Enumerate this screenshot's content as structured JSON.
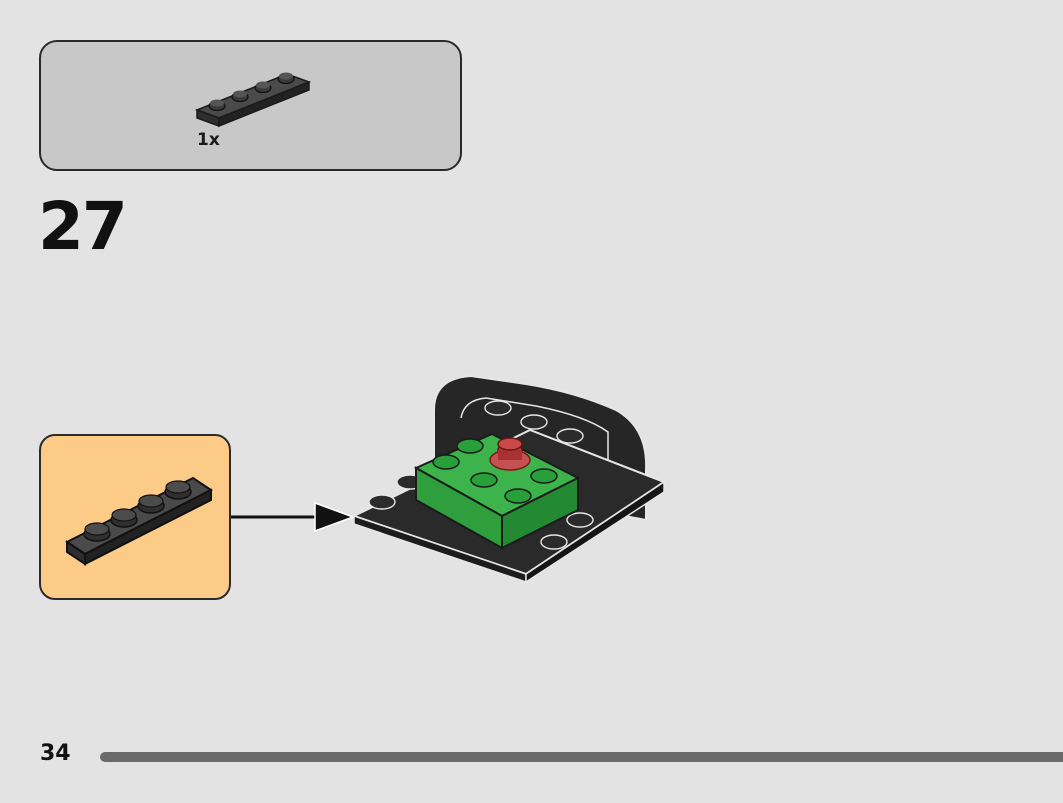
{
  "parts_list": {
    "items": [
      {
        "part": "plate-1x4",
        "color": "#3a3a3a",
        "quantity_label": "1x"
      }
    ]
  },
  "step": {
    "number": "27"
  },
  "callout": {
    "part": "plate-1x4",
    "color": "#3a3a3a",
    "background": "#fdcb88"
  },
  "model": {
    "colors": {
      "dark": "#2b2b2b",
      "green": "#3cb44b",
      "red": "#b53a3a"
    }
  },
  "footer": {
    "page_number": "34"
  }
}
